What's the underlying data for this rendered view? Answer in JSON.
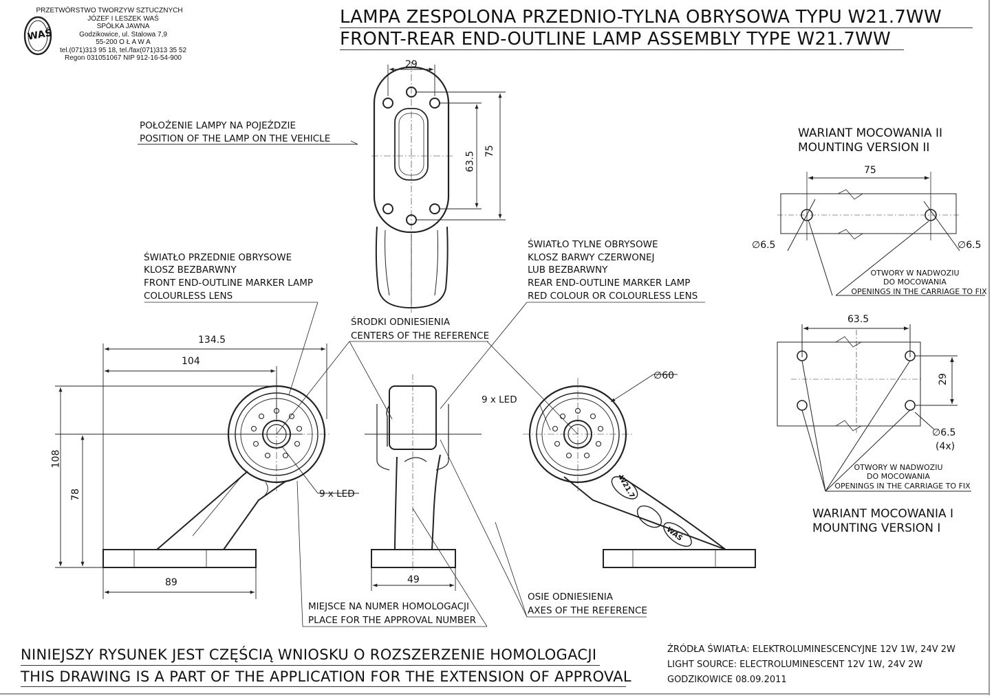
{
  "company": {
    "line1": "PRZETWÓRSTWO TWORZYW SZTUCZNYCH",
    "line2": "JÓZEF I LESZEK WAŚ",
    "line3": "SPÓŁKA JAWNA",
    "line4": "Godzikowice, ul. Stalowa 7,9",
    "line5": "55-200  O Ł A W A",
    "line6": "tel.(071)313 95 18, tel./fax(071)313 35 52",
    "line7": "Regon 031051067 NIP 912-16-54-900",
    "logo_text": "WAŚ"
  },
  "title": {
    "pl": "LAMPA ZESPOLONA PRZEDNIO-TYLNA OBRYSOWA TYPU W21.7WW",
    "en": "FRONT-REAR END-OUTLINE LAMP ASSEMBLY TYPE W21.7WW"
  },
  "labels": {
    "position_pl": "POŁOŻENIE LAMPY NA POJEŹDZIE",
    "position_en": "POSITION OF THE LAMP ON THE VEHICLE",
    "front_pl1": "ŚWIATŁO PRZEDNIE OBRYSOWE",
    "front_pl2": "KLOSZ BEZBARWNY",
    "front_en1": "FRONT END-OUTLINE MARKER LAMP",
    "front_en2": "COLOURLESS LENS",
    "rear_pl1": "ŚWIATŁO TYLNE OBRYSOWE",
    "rear_pl2": "KLOSZ BARWY CZERWONEJ",
    "rear_pl3": "LUB BEZBARWNY",
    "rear_en1": "REAR END-OUTLINE MARKER LAMP",
    "rear_en2": "RED COLOUR OR COLOURLESS LENS",
    "centers_pl": "ŚRODKI ODNIESIENIA",
    "centers_en": "CENTERS OF THE REFERENCE",
    "approval_pl": "MIEJSCE NA NUMER HOMOLOGACJI",
    "approval_en": "PLACE FOR THE APPROVAL NUMBER",
    "axes_pl": "OSIE ODNIESIENIA",
    "axes_en": "AXES OF THE REFERENCE",
    "led_left": "9 x LED",
    "led_right": "9 x LED",
    "badge_w": "W21.7",
    "badge_was": "WAŚ"
  },
  "dims": {
    "top_width": "29",
    "top_h1": "63.5",
    "top_h2": "75",
    "total_width": "134.5",
    "arm_width": "104",
    "total_height": "108",
    "center_height": "78",
    "base_width": "89",
    "side_width": "49",
    "lens_diam": "∅60"
  },
  "variant2": {
    "title_pl": "WARIANT MOCOWANIA II",
    "title_en": "MOUNTING VERSION II",
    "spacing": "75",
    "hole_left": "∅6.5",
    "hole_right": "∅6.5",
    "openings_pl1": "OTWORY W NADWOZIU",
    "openings_pl2": "DO MOCOWANIA",
    "openings_en": "OPENINGS IN THE CARRIAGE TO FIX"
  },
  "variant1": {
    "title_pl": "WARIANT MOCOWANIA I",
    "title_en": "MOUNTING VERSION I",
    "spacing_h": "63.5",
    "spacing_v": "29",
    "hole": "∅6.5",
    "hole_count": "(4x)",
    "openings_pl1": "OTWORY W NADWOZIU",
    "openings_pl2": "DO MOCOWANIA",
    "openings_en": "OPENINGS IN THE CARRIAGE TO FIX"
  },
  "footer": {
    "pl": "NINIEJSZY RYSUNEK JEST CZĘŚCIĄ WNIOSKU O  ROZSZERZENIE  HOMOLOGACJI",
    "en": "THIS DRAWING IS A PART OF THE APPLICATION FOR THE EXTENSION OF APPROVAL"
  },
  "info": {
    "source_pl": "ŹRÓDŁA ŚWIATŁA: ELEKTROLUMINESCENCYJNE  12V  1W, 24V  2W",
    "source_en": "LIGHT SOURCE: ELECTROLUMINESCENT  12V  1W, 24V  2W",
    "place_date": "GODZIKOWICE 08.09.2011"
  }
}
